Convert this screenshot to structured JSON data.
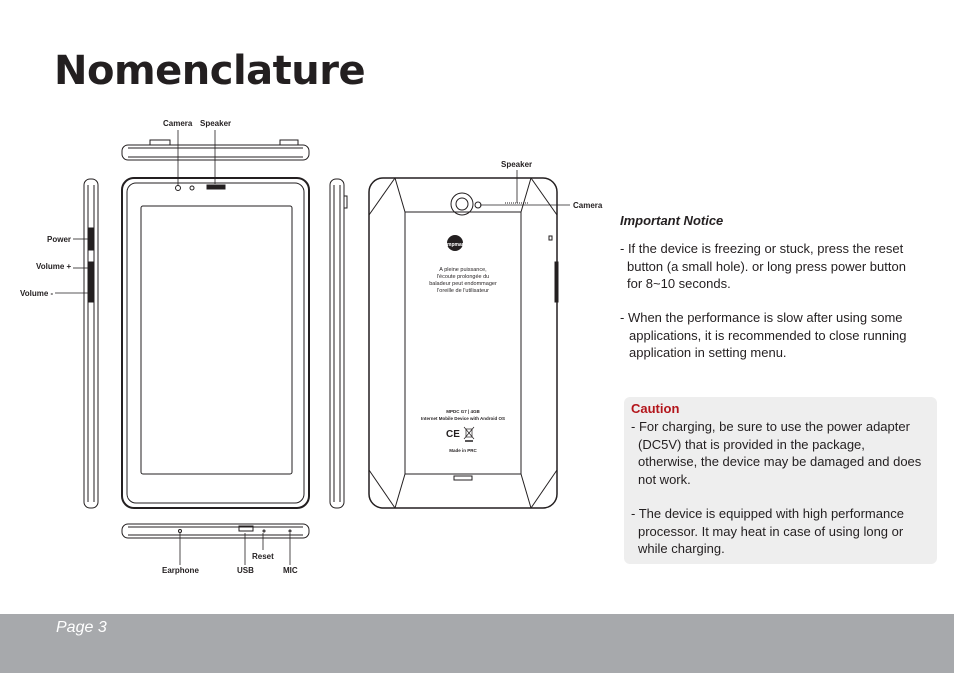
{
  "page": {
    "title": "Nomenclature",
    "footer_page": "Page 3"
  },
  "labels": {
    "camera_top": "Camera",
    "speaker_top": "Speaker",
    "power": "Power",
    "volume_plus": "Volume +",
    "volume_minus": "Volume -",
    "earphone": "Earphone",
    "usb": "USB",
    "reset": "Reset",
    "mic": "MIC",
    "speaker_back": "Speaker",
    "camera_back": "Camera"
  },
  "back_panel": {
    "brand": "mpman",
    "warning_lines": [
      "A pleine puissance,",
      "l'écoute prolongée du",
      "baladeur peut endommager",
      "l'oreille de l'utilisateur"
    ],
    "model": "MPDC G7 | 4GB",
    "model_desc": "Internet Mobile Device with Android OS",
    "ce_mark": "CE",
    "made_in": "Made in PRC"
  },
  "notice": {
    "title": "Important Notice",
    "p1": [
      "- If the device is freezing or stuck, press the reset",
      "button (a small hole).  or long press power button",
      "for 8~10 seconds."
    ],
    "p2": [
      "- When the performance is slow after using some",
      "applications, it is recommended to close running",
      "application in setting menu."
    ]
  },
  "caution": {
    "title": "Caution",
    "p1": [
      "- For charging, be sure to use the power adapter",
      "(DC5V) that is provided in the package,",
      "otherwise, the device may be damaged and does",
      "not work."
    ],
    "p2": [
      "- The device is equipped with high performance",
      "processor. It may heat in case of using long or",
      "while charging."
    ]
  },
  "colors": {
    "footer_bg": "#a7a9ac",
    "caution_title": "#b3151b",
    "caution_bg": "#eeeeee"
  }
}
